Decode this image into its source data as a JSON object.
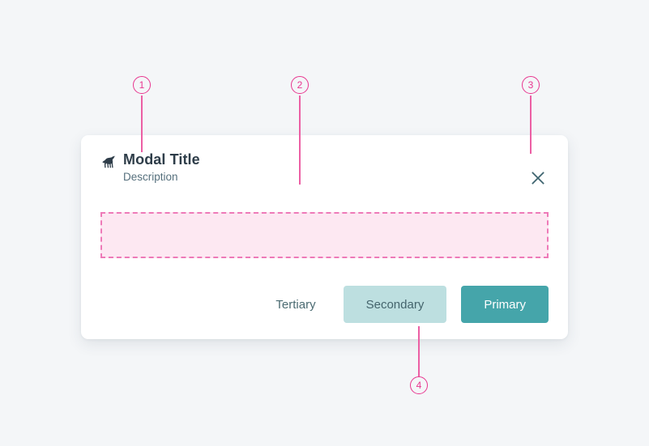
{
  "page": {
    "background_color": "#f4f6f8"
  },
  "modal": {
    "icon": "unicorn-icon",
    "title": "Modal Title",
    "description": "Description",
    "close_icon": "close-icon",
    "content_slot": {
      "label": "",
      "fill_color": "#fde8f2",
      "border_color": "#ee7ab8"
    },
    "buttons": {
      "tertiary": "Tertiary",
      "secondary": "Secondary",
      "primary": "Primary"
    },
    "colors": {
      "primary_bg": "#45a5aa",
      "primary_text": "#ffffff",
      "secondary_bg": "#bddfe0",
      "secondary_text": "#44646c",
      "tertiary_text": "#4b6b72",
      "title_text": "#2e3d49",
      "description_text": "#56707d",
      "surface": "#ffffff"
    }
  },
  "annotations": {
    "accent_color": "#e8368f",
    "markers": [
      {
        "number": "1",
        "target": "modal-header-title"
      },
      {
        "number": "2",
        "target": "modal-body-content"
      },
      {
        "number": "3",
        "target": "modal-close-button"
      },
      {
        "number": "4",
        "target": "modal-footer-secondary-button"
      }
    ]
  }
}
